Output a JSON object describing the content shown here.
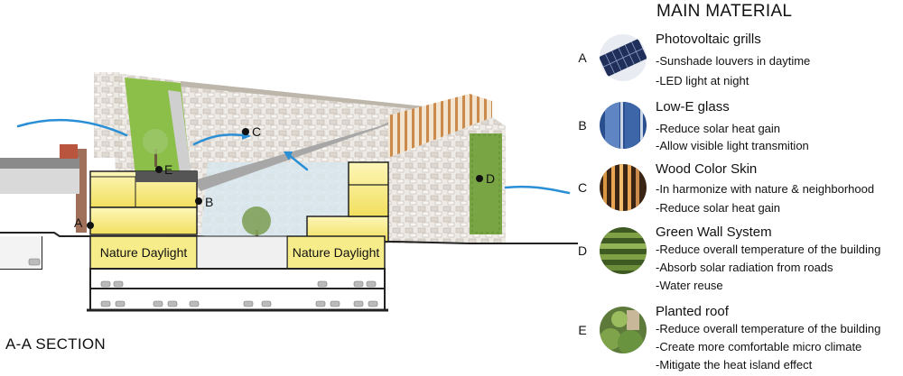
{
  "section": {
    "title": "A-A SECTION",
    "markers": {
      "a": "A",
      "b": "B",
      "c": "C",
      "d": "D",
      "e": "E"
    },
    "daylight_left": "Nature Daylight",
    "daylight_right": "Nature Daylight"
  },
  "legend": {
    "title": "MAIN MATERIAL",
    "items": [
      {
        "letter": "A",
        "name": "Photovoltaic grills",
        "lines": [
          "-Sunshade louvers in daytime",
          "-LED light at night"
        ]
      },
      {
        "letter": "B",
        "name": "Low-E glass",
        "lines": [
          "-Reduce solar heat gain",
          "-Allow visible light transmition"
        ]
      },
      {
        "letter": "C",
        "name": "Wood Color Skin",
        "lines": [
          "-In harmonize with nature & neighborhood",
          "-Reduce solar heat gain"
        ]
      },
      {
        "letter": "D",
        "name": "Green Wall System",
        "lines": [
          "-Reduce overall temperature of the building",
          "-Absorb solar radiation from roads",
          "-Water reuse"
        ]
      },
      {
        "letter": "E",
        "name": "Planted roof",
        "lines": [
          "-Reduce overall temperature of the building",
          "-Create more comfortable micro climate",
          "-Mitigate the heat island effect"
        ]
      }
    ]
  },
  "colors": {
    "daylight": "#f7ec8a",
    "greenery": "#7fae45",
    "wind": "#2b8fd6",
    "wood": "#c98a4b",
    "structure": "#222222"
  }
}
